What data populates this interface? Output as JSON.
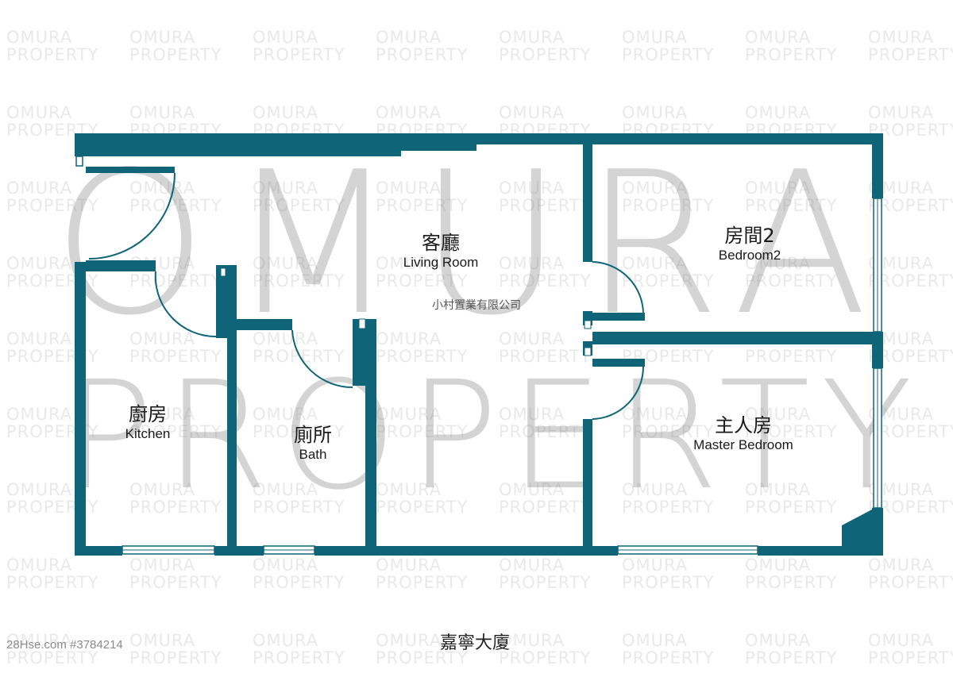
{
  "watermark": {
    "small_line1": "OMURA",
    "small_line2": "PROPERTY",
    "big_line1": "OMURA",
    "big_line2": "PROPERTY"
  },
  "rooms": {
    "living": {
      "cn": "客廳",
      "en": "Living Room"
    },
    "bedroom2": {
      "cn": "房間2",
      "en": "Bedroom2"
    },
    "kitchen": {
      "cn": "廚房",
      "en": "Kitchen"
    },
    "bath": {
      "cn": "廁所",
      "en": "Bath"
    },
    "master": {
      "cn": "主人房",
      "en": "Master Bedroom"
    }
  },
  "agency": "小村置業有限公司",
  "building_name": "嘉寧大廈",
  "listing_ref": "28Hse.com #3784214",
  "colors": {
    "wall": "#0f6577",
    "door": "#0f6577"
  }
}
